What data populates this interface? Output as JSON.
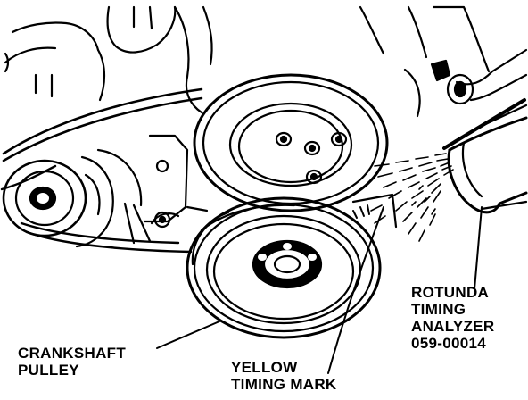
{
  "labels": {
    "analyzer": [
      "ROTUNDA",
      "TIMING",
      "ANALYZER",
      "059-00014"
    ],
    "crankshaft": [
      "CRANKSHAFT",
      "PULLEY"
    ],
    "yellow_mark": [
      "YELLOW",
      "TIMING MARK"
    ]
  },
  "colors": {
    "ink": "#000000",
    "paper": "#ffffff"
  }
}
